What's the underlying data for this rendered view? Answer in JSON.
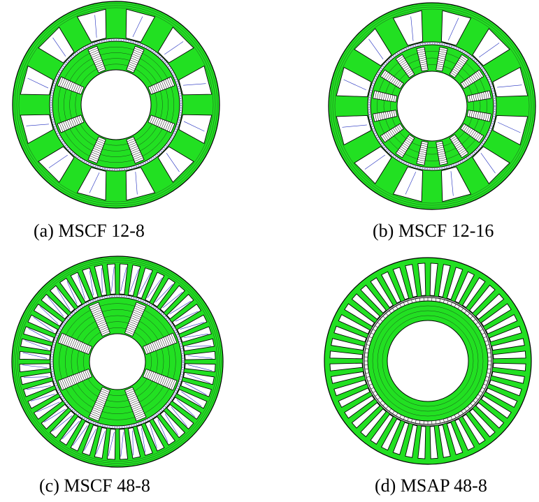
{
  "colors": {
    "iron": "#22e022",
    "outline": "#000000",
    "fluxLines": "#1a1a1a",
    "magnet": "#ffffff",
    "blueLines": "#1f2dbf"
  },
  "panels": [
    {
      "id": "a",
      "caption": "(a) MSCF 12-8",
      "stator_slots": 12,
      "rotor_poles": 8,
      "machine": "MSCF"
    },
    {
      "id": "b",
      "caption": "(b) MSCF 12-16",
      "stator_slots": 12,
      "rotor_poles": 16,
      "machine": "MSCF"
    },
    {
      "id": "c",
      "caption": "(c) MSCF 48-8",
      "stator_slots": 48,
      "rotor_poles": 8,
      "machine": "MSCF"
    },
    {
      "id": "d",
      "caption": "(d) MSAP 48-8",
      "stator_slots": 48,
      "rotor_poles": 8,
      "machine": "MSAP"
    }
  ]
}
